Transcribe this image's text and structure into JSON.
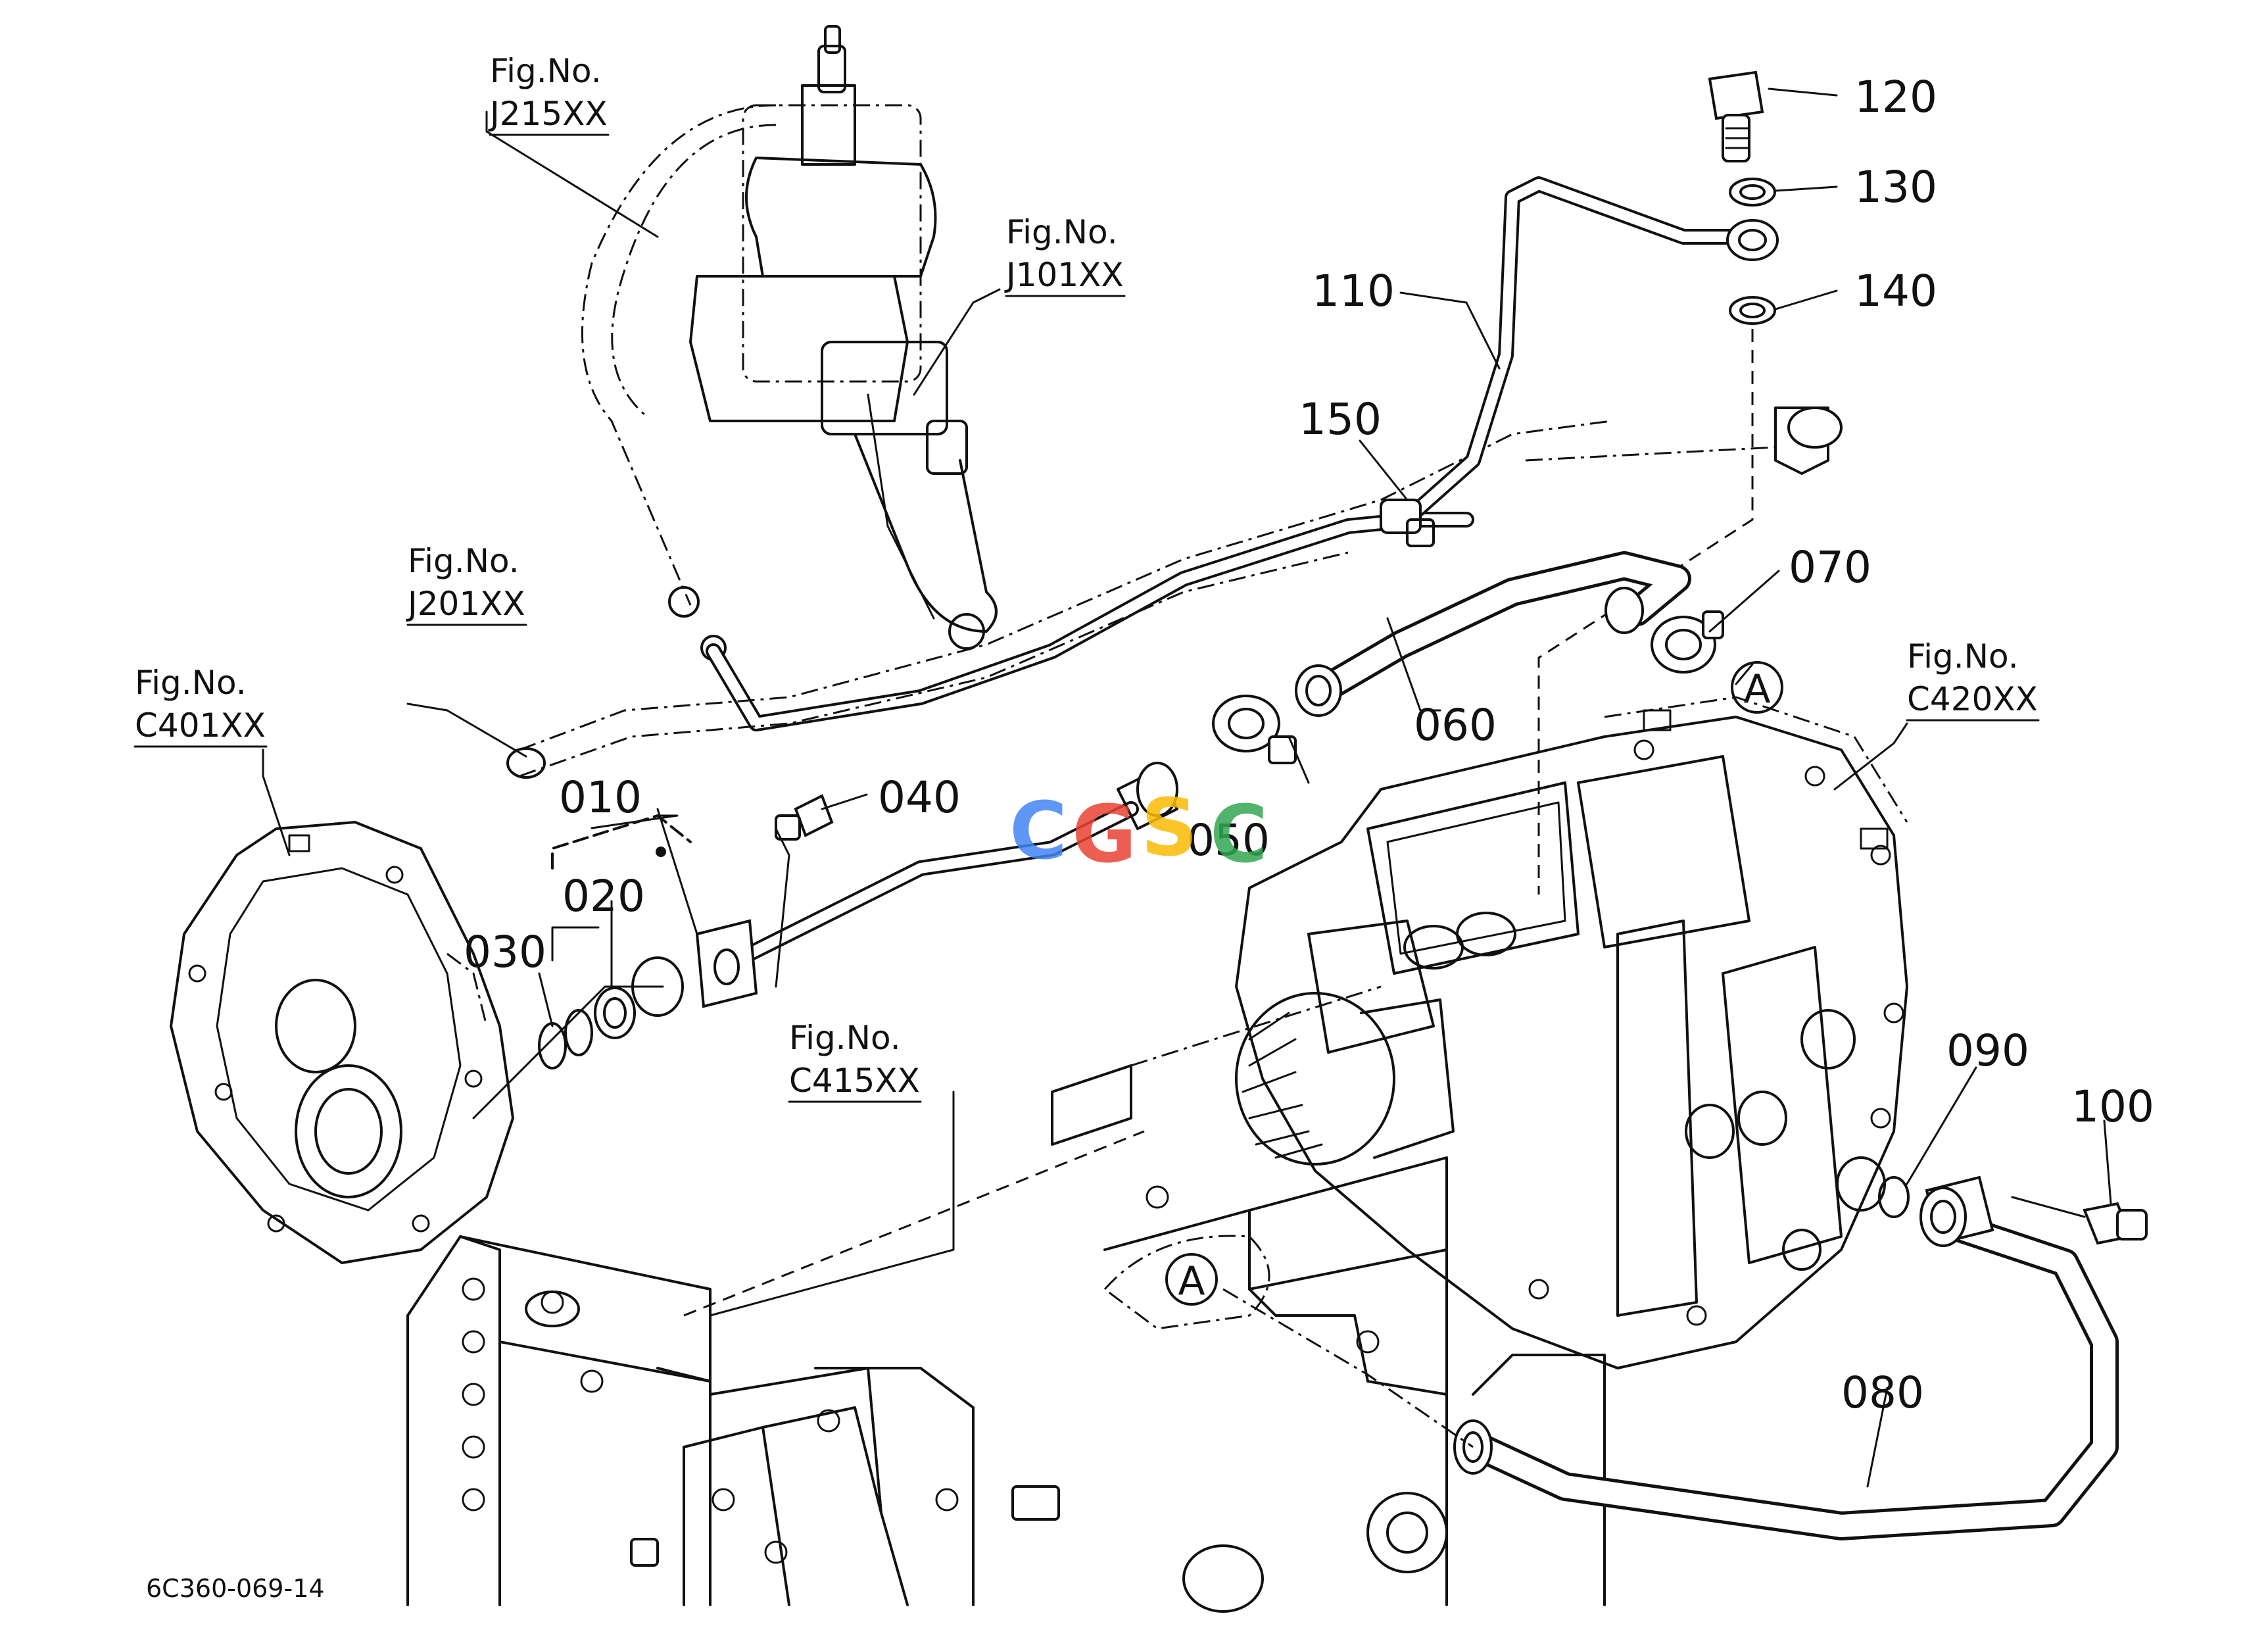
{
  "callouts": {
    "p010": "010",
    "p020": "020",
    "p030": "030",
    "p040": "040",
    "p050": "050",
    "p060": "060",
    "p070": "070",
    "p080": "080",
    "p090": "090",
    "p100": "100",
    "p110": "110",
    "p120": "120",
    "p130": "130",
    "p140": "140",
    "p150": "150"
  },
  "figure_refs": {
    "j215": {
      "line1": "Fig.No.",
      "line2": "J215XX"
    },
    "j101": {
      "line1": "Fig.No.",
      "line2": "J101XX"
    },
    "j201": {
      "line1": "Fig.No.",
      "line2": "J201XX"
    },
    "c401": {
      "line1": "Fig.No.",
      "line2": "C401XX"
    },
    "c420": {
      "line1": "Fig.No.",
      "line2": "C420XX"
    },
    "c415": {
      "line1": "Fig.No.",
      "line2": "C415XX"
    }
  },
  "connection_marks": {
    "a_upper": "A",
    "a_lower": "A"
  },
  "drawing_id": "6C360-069-14",
  "watermark": {
    "text": "CGSC",
    "colors": [
      "#4285F4",
      "#EA4335",
      "#FBBC05",
      "#34A853"
    ]
  }
}
